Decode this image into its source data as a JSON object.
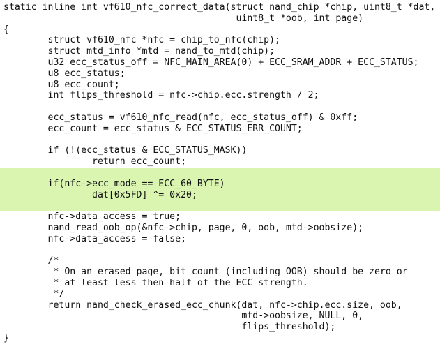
{
  "code": {
    "language": "c",
    "highlight_color": "#d9f5b0",
    "lines": [
      {
        "text": "static inline int vf610_nfc_correct_data(struct nand_chip *chip, uint8_t *dat,",
        "highlight": false
      },
      {
        "text": "                                          uint8_t *oob, int page)",
        "highlight": false
      },
      {
        "text": "{",
        "highlight": false
      },
      {
        "text": "        struct vf610_nfc *nfc = chip_to_nfc(chip);",
        "highlight": false
      },
      {
        "text": "        struct mtd_info *mtd = nand_to_mtd(chip);",
        "highlight": false
      },
      {
        "text": "        u32 ecc_status_off = NFC_MAIN_AREA(0) + ECC_SRAM_ADDR + ECC_STATUS;",
        "highlight": false
      },
      {
        "text": "        u8 ecc_status;",
        "highlight": false
      },
      {
        "text": "        u8 ecc_count;",
        "highlight": false
      },
      {
        "text": "        int flips_threshold = nfc->chip.ecc.strength / 2;",
        "highlight": false
      },
      {
        "text": "",
        "highlight": false
      },
      {
        "text": "        ecc_status = vf610_nfc_read(nfc, ecc_status_off) & 0xff;",
        "highlight": false
      },
      {
        "text": "        ecc_count = ecc_status & ECC_STATUS_ERR_COUNT;",
        "highlight": false
      },
      {
        "text": "",
        "highlight": false
      },
      {
        "text": "        if (!(ecc_status & ECC_STATUS_MASK))",
        "highlight": false
      },
      {
        "text": "                return ecc_count;",
        "highlight": false
      },
      {
        "text": "",
        "highlight": true
      },
      {
        "text": "        if(nfc->ecc_mode == ECC_60_BYTE)",
        "highlight": true
      },
      {
        "text": "                dat[0x5FD] ^= 0x20;",
        "highlight": true
      },
      {
        "text": "",
        "highlight": true
      },
      {
        "text": "        nfc->data_access = true;",
        "highlight": false
      },
      {
        "text": "        nand_read_oob_op(&nfc->chip, page, 0, oob, mtd->oobsize);",
        "highlight": false
      },
      {
        "text": "        nfc->data_access = false;",
        "highlight": false
      },
      {
        "text": "",
        "highlight": false
      },
      {
        "text": "        /*",
        "highlight": false
      },
      {
        "text": "         * On an erased page, bit count (including OOB) should be zero or",
        "highlight": false
      },
      {
        "text": "         * at least less then half of the ECC strength.",
        "highlight": false
      },
      {
        "text": "         */",
        "highlight": false
      },
      {
        "text": "        return nand_check_erased_ecc_chunk(dat, nfc->chip.ecc.size, oob,",
        "highlight": false
      },
      {
        "text": "                                           mtd->oobsize, NULL, 0,",
        "highlight": false
      },
      {
        "text": "                                           flips_threshold);",
        "highlight": false
      },
      {
        "text": "}",
        "highlight": false
      }
    ]
  }
}
